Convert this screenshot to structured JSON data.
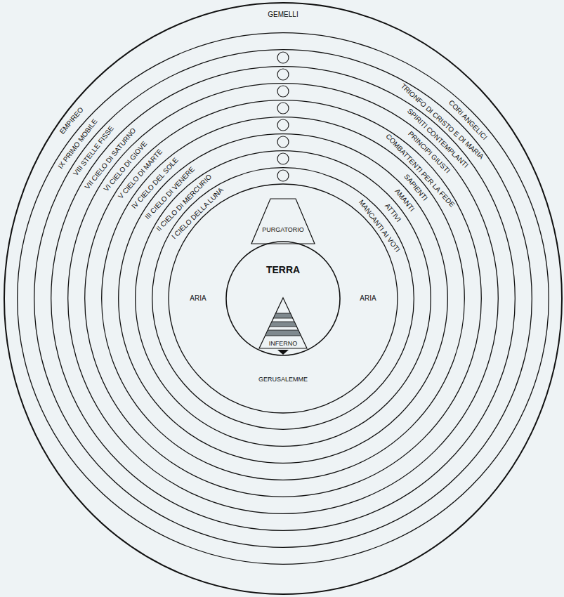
{
  "diagram": {
    "nodes": [
      {
        "text": [
          "EMPIREO"
        ]
      },
      {
        "text": [
          "IX PRIMO MOBILE",
          "CORI ANGELICI"
        ]
      },
      {
        "text": [
          "VIII STELLE FISSE",
          "TRIONFO DI CRISTO E DI MARIA"
        ]
      },
      {
        "text": [
          "VII CIELO DI SATURNO",
          "SPIRITI CONTEMPLANTI"
        ]
      },
      {
        "text": [
          "VI CIELO DI GIOVE",
          "PRINCIPI GIUSTI"
        ]
      },
      {
        "text": [
          "V CIELO DI MARTE",
          "COMBATTENTI PER LA FEDE"
        ]
      },
      {
        "text": [
          "IV CIELO DEL SOLE",
          "SAPIENTI"
        ]
      },
      {
        "text": [
          "III CIELO DI VENERE",
          "AMANTI"
        ]
      },
      {
        "text": [
          "II CIELO DI MERCURIO",
          "ATTIVI"
        ]
      },
      {
        "text": [
          "I CIELO DELLA LUNA",
          "MANCANTI AI VOTI"
        ]
      },
      {
        "text": [
          "PURGATORIO"
        ]
      },
      {
        "text": [
          "TERRA"
        ]
      },
      {
        "text": [
          "INFERNO"
        ],
        "in": 11
      }
    ],
    "labels": [
      "GEMELLI",
      "ARIA",
      "ARIA",
      "GERUSALEMME"
    ]
  }
}
